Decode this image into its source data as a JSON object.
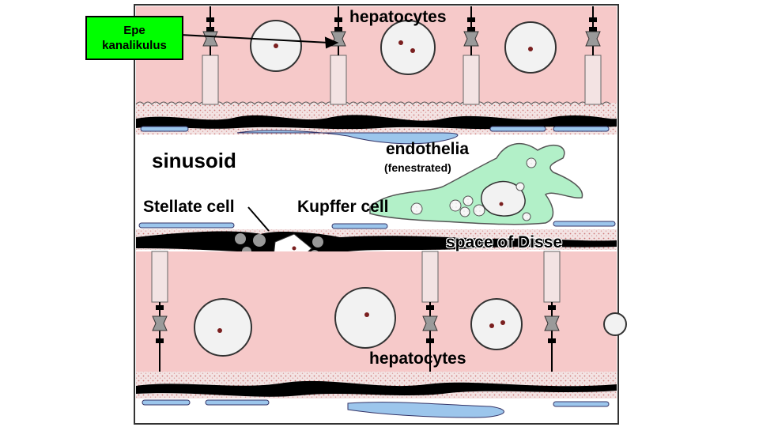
{
  "labels": {
    "epe_line1": "Epe",
    "epe_line2": "kanalikulus",
    "hepatocytes_top": "hepatocytes",
    "hepatocytes_bottom": "hepatocytes",
    "sinusoid": "sinusoid",
    "endothelia": "endothelia",
    "fenestrated": "(fenestrated)",
    "stellate_cell": "Stellate cell",
    "kupffer_cell": "Kupffer cell",
    "space_of_disse": "space of Disse"
  },
  "colors": {
    "hepatocyte_fill": "#f6c9c9",
    "sinusoid_fill": "#ffffff",
    "endothelial_blue": "#9cc6ec",
    "kupffer_green": "#b2f0c8",
    "stellate_black": "#000000",
    "nucleus_fill": "#f2f2f2",
    "label_box_green": "#00ff00"
  }
}
